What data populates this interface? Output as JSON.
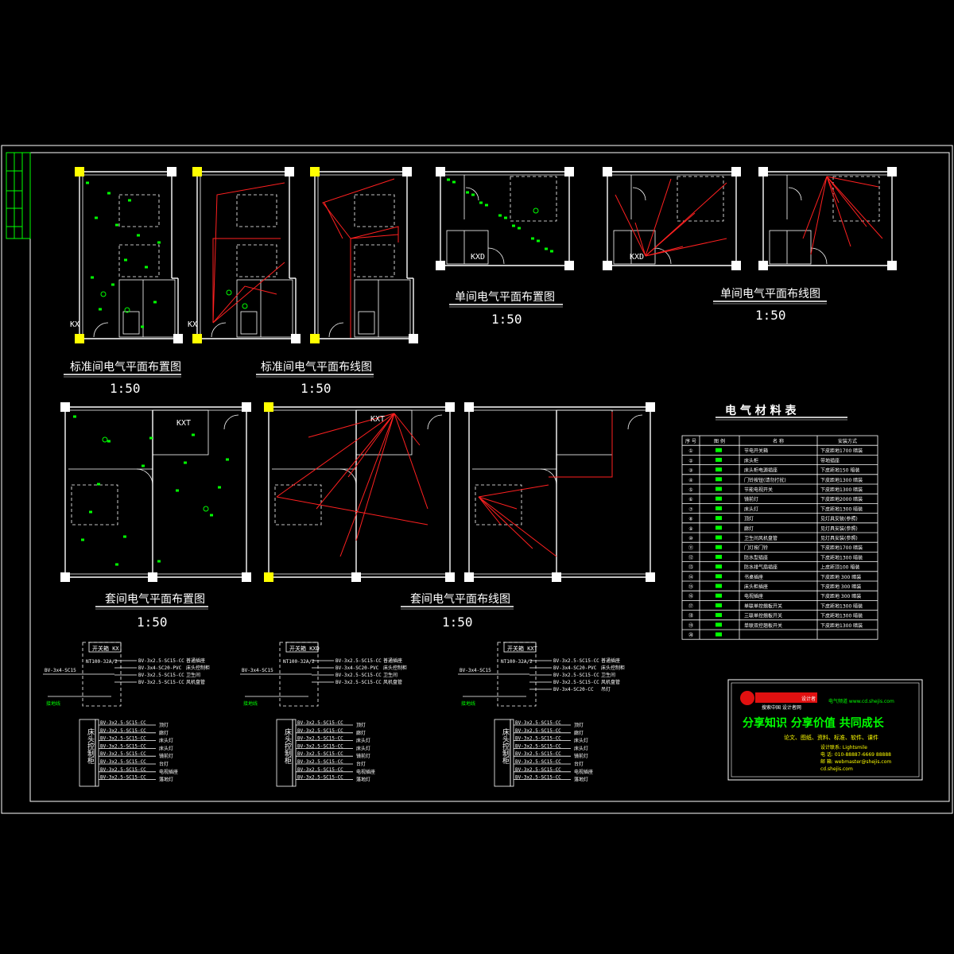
{
  "drawings": {
    "std_layout": {
      "title": "标准间电气平面布置图",
      "scale": "1:50"
    },
    "std_wiring": {
      "title": "标准间电气平面布线图",
      "scale": "1:50"
    },
    "single_layout": {
      "title": "单间电气平面布置图",
      "scale": "1:50"
    },
    "single_wiring": {
      "title": "单间电气平面布线图",
      "scale": "1:50"
    },
    "suite_layout": {
      "title": "套间电气平面布置图",
      "scale": "1:50"
    },
    "suite_wiring": {
      "title": "套间电气平面布线图",
      "scale": "1:50"
    }
  },
  "room_tags": {
    "kx": "KX",
    "kxd": "KXD",
    "kxt": "KXT",
    "kx_single": "KXD"
  },
  "materials": {
    "title": "电 气 材 料 表",
    "headers": [
      "序 号",
      "图 例",
      "名 称",
      "安装方式"
    ],
    "rows": [
      {
        "no": "①",
        "name": "节电开关箱",
        "install": "下皮距地1700 暗装"
      },
      {
        "no": "②",
        "name": "床头柜",
        "install": "带地插座"
      },
      {
        "no": "③",
        "name": "床头柜电源插座",
        "install": "下皮距地150 暗装"
      },
      {
        "no": "④",
        "name": "门铃按钮(请勿打扰)",
        "install": "下皮距地1300 暗装"
      },
      {
        "no": "⑤",
        "name": "节能电视开关",
        "install": "下皮距地1300 暗装"
      },
      {
        "no": "⑥",
        "name": "镜前灯",
        "install": "下皮距地2000 暗装"
      },
      {
        "no": "⑦",
        "name": "床头灯",
        "install": "下皮距地1300 暗装"
      },
      {
        "no": "⑧",
        "name": "顶灯",
        "install": "见灯具安装(参照)"
      },
      {
        "no": "⑨",
        "name": "廊灯",
        "install": "见灯具安装(参照)"
      },
      {
        "no": "⑩",
        "name": "卫生间风机盘管",
        "install": "见灯具安装(参照)"
      },
      {
        "no": "⑪",
        "name": "门灯按门铃",
        "install": "下皮距地1700 暗装"
      },
      {
        "no": "⑫",
        "name": "防水型插座",
        "install": "下皮距地1300 暗装"
      },
      {
        "no": "⑬",
        "name": "防水排气扇插座",
        "install": "上皮距顶100 暗装"
      },
      {
        "no": "⑭",
        "name": "书桌插座",
        "install": "下皮距地 300 暗装"
      },
      {
        "no": "⑮",
        "name": "床头柜插座",
        "install": "下皮距地 300 暗装"
      },
      {
        "no": "⑯",
        "name": "电视插座",
        "install": "下皮距地 300 暗装"
      },
      {
        "no": "⑰",
        "name": "单联单控翘板开关",
        "install": "下皮距地1300 暗装"
      },
      {
        "no": "⑱",
        "name": "三联单控翘板开关",
        "install": "下皮距地1300 暗装"
      },
      {
        "no": "⑲",
        "name": "单联双控翘板开关",
        "install": "下皮距地1300 暗装"
      },
      {
        "no": "⑳",
        "name": "",
        "install": ""
      }
    ]
  },
  "panels": [
    {
      "label": "开关箱 KX",
      "incoming": "BV-3x4-SC15",
      "breaker": "NT100-32A/2",
      "ground": "接地线",
      "circuits": [
        {
          "wire": "BV-3x2.5-SC15-CC",
          "use": "普通插座"
        },
        {
          "wire": "BV-3x4-SC20-PVC",
          "use": "床头控制柜"
        },
        {
          "wire": "BV-3x2.5-SC15-CC",
          "use": "卫生间"
        },
        {
          "wire": "BV-3x2.5-SC15-CC",
          "use": "风机盘管"
        }
      ],
      "cabinet_label": "床头控制柜",
      "cabinet_circuits": [
        {
          "wire": "BV-3x2.5-SC15-CC",
          "use": "顶灯"
        },
        {
          "wire": "BV-3x2.5-SC15-CC",
          "use": "廊灯"
        },
        {
          "wire": "BV-3x2.5-SC15-CC",
          "use": "床头灯"
        },
        {
          "wire": "BV-3x2.5-SC15-CC",
          "use": "床头灯"
        },
        {
          "wire": "BV-3x2.5-SC15-CC",
          "use": "镜前灯"
        },
        {
          "wire": "BV-3x2.5-SC15-CC",
          "use": "台灯"
        },
        {
          "wire": "BV-3x2.5-SC15-CC",
          "use": "电视插座"
        },
        {
          "wire": "BV-3x2.5-SC15-CC",
          "use": "落地灯"
        }
      ]
    },
    {
      "label": "开关箱 KXD",
      "incoming": "BV-3x4-SC15",
      "breaker": "NT100-32A/2",
      "ground": "接地线",
      "circuits": [
        {
          "wire": "BV-3x2.5-SC15-CC",
          "use": "普通插座"
        },
        {
          "wire": "BV-3x4-SC20-PVC",
          "use": "床头控制柜"
        },
        {
          "wire": "BV-3x2.5-SC15-CC",
          "use": "卫生间"
        },
        {
          "wire": "BV-3x2.5-SC15-CC",
          "use": "风机盘管"
        }
      ],
      "cabinet_label": "床头控制柜",
      "cabinet_circuits": [
        {
          "wire": "BV-3x2.5-SC15-CC",
          "use": "顶灯"
        },
        {
          "wire": "BV-3x2.5-SC15-CC",
          "use": "廊灯"
        },
        {
          "wire": "BV-3x2.5-SC15-CC",
          "use": "床头灯"
        },
        {
          "wire": "BV-3x2.5-SC15-CC",
          "use": "床头灯"
        },
        {
          "wire": "BV-3x2.5-SC15-CC",
          "use": "镜前灯"
        },
        {
          "wire": "BV-3x2.5-SC15-CC",
          "use": "台灯"
        },
        {
          "wire": "BV-3x2.5-SC15-CC",
          "use": "电视插座"
        },
        {
          "wire": "BV-3x2.5-SC15-CC",
          "use": "落地灯"
        }
      ]
    },
    {
      "label": "开关箱 KXT",
      "incoming": "BV-3x4-SC15",
      "breaker": "NT100-32A/2",
      "ground": "接地线",
      "circuits": [
        {
          "wire": "BV-3x2.5-SC15-CC",
          "use": "普通插座"
        },
        {
          "wire": "BV-3x4-SC20-PVC",
          "use": "床头控制柜"
        },
        {
          "wire": "BV-3x2.5-SC15-CC",
          "use": "卫生间"
        },
        {
          "wire": "BV-3x2.5-SC15-CC",
          "use": "风机盘管"
        },
        {
          "wire": "BV-3x4-SC20-CC",
          "use": "吊灯"
        }
      ],
      "cabinet_label": "床头控制柜",
      "cabinet_circuits": [
        {
          "wire": "BV-3x2.5-SC15-CC",
          "use": "顶灯"
        },
        {
          "wire": "BV-3x2.5-SC15-CC",
          "use": "廊灯"
        },
        {
          "wire": "BV-3x2.5-SC15-CC",
          "use": "床头灯"
        },
        {
          "wire": "BV-3x2.5-SC15-CC",
          "use": "床头灯"
        },
        {
          "wire": "BV-3x2.5-SC15-CC",
          "use": "镜前灯"
        },
        {
          "wire": "BV-3x2.5-SC15-CC",
          "use": "台灯"
        },
        {
          "wire": "BV-3x2.5-SC15-CC",
          "use": "电视插座"
        },
        {
          "wire": "BV-3x2.5-SC15-CC",
          "use": "落地灯"
        }
      ]
    }
  ],
  "stamp": {
    "logo_text": "设计者",
    "subtitle": "搜索中国  设计者网",
    "site": "电气频道  www.cd.shejis.com",
    "slogan": "分享知识  分享价值  共同成长",
    "tagline": "论文、图纸、资料、标准、软件、课件",
    "contact_lines": [
      "设计联系: Lightsmile",
      "电  话: 010-88887-6669   88888",
      "邮  箱: webmaster@shejis.com",
      "        cd.shejis.com"
    ]
  },
  "colors": {
    "background": "#000000",
    "lines": "#ffffff",
    "symbols": "#00ff00",
    "wiring": "#ff2020",
    "columns": "#ffff00"
  }
}
